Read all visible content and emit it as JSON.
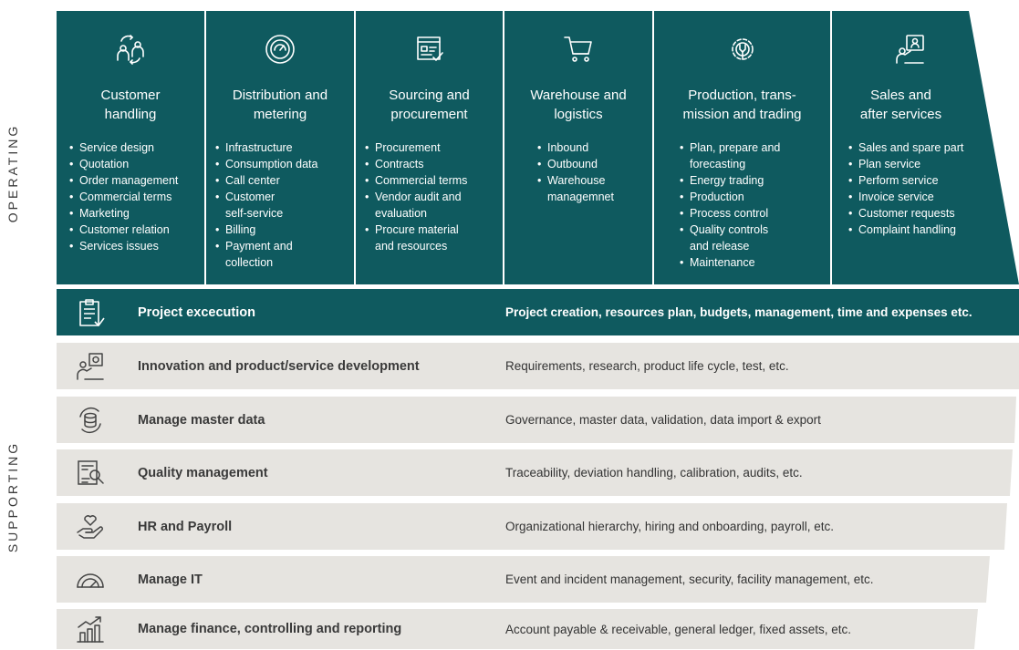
{
  "side_labels": {
    "operating": "OPERATING",
    "supporting": "SUPPORTING"
  },
  "colors": {
    "teal": "#0f5a5f",
    "grey": "#e6e4e0",
    "text": "#2b2b2b"
  },
  "operating": [
    {
      "title": "Customer\nhandling",
      "icon": "customer-exchange-icon",
      "items": [
        "Service design",
        "Quotation",
        "Order management",
        "Commercial terms",
        "Marketing",
        "Customer relation",
        "Services issues"
      ]
    },
    {
      "title": "Distribution and\nmetering",
      "icon": "meter-gauge-icon",
      "items": [
        "Infrastructure",
        "Consumption data",
        "Call center",
        "Customer\nself-service",
        "Billing",
        "Payment and\ncollection"
      ]
    },
    {
      "title": "Sourcing and\nprocurement",
      "icon": "document-check-icon",
      "items": [
        "Procurement",
        "Contracts",
        "Commercial terms",
        "Vendor audit and\nevaluation",
        "Procure material\nand resources"
      ]
    },
    {
      "title": "Warehouse and\nlogistics",
      "icon": "shopping-cart-icon",
      "items": [
        "Inbound",
        "Outbound",
        "Warehouse\nmanagemnet"
      ]
    },
    {
      "title": "Production, trans-\nmission and trading",
      "icon": "gear-wrench-icon",
      "items": [
        "Plan, prepare and\nforecasting",
        "Energy trading",
        "Production",
        "Process control",
        "Quality controls\nand release",
        "Maintenance"
      ]
    },
    {
      "title": "Sales and\nafter services",
      "icon": "support-agent-icon",
      "items": [
        "Sales and spare part",
        "Plan service",
        "Perform service",
        "Invoice service",
        "Customer requests",
        "Complaint handling"
      ]
    }
  ],
  "supporting": [
    {
      "title": "Project excecution",
      "desc": "Project creation, resources plan, budgets, management, time and expenses etc.",
      "icon": "clipboard-icon"
    },
    {
      "title": "Innovation and product/service development",
      "desc": "Requirements, research, product life cycle, test, etc.",
      "icon": "innovation-person-icon"
    },
    {
      "title": "Manage master data",
      "desc": "Governance, master data, validation, data import & export",
      "icon": "database-sync-icon"
    },
    {
      "title": "Quality management",
      "desc": "Traceability, deviation handling, calibration, audits, etc.",
      "icon": "document-search-icon"
    },
    {
      "title": "HR and Payroll",
      "desc": "Organizational hierarchy, hiring and onboarding, payroll, etc.",
      "icon": "hand-heart-icon"
    },
    {
      "title": "Manage IT",
      "desc": "Event and incident management, security, facility management, etc.",
      "icon": "speedometer-icon"
    },
    {
      "title": "Manage finance, controlling and reporting",
      "desc": "Account payable & receivable, general ledger, fixed assets, etc.",
      "icon": "growth-chart-icon"
    }
  ]
}
